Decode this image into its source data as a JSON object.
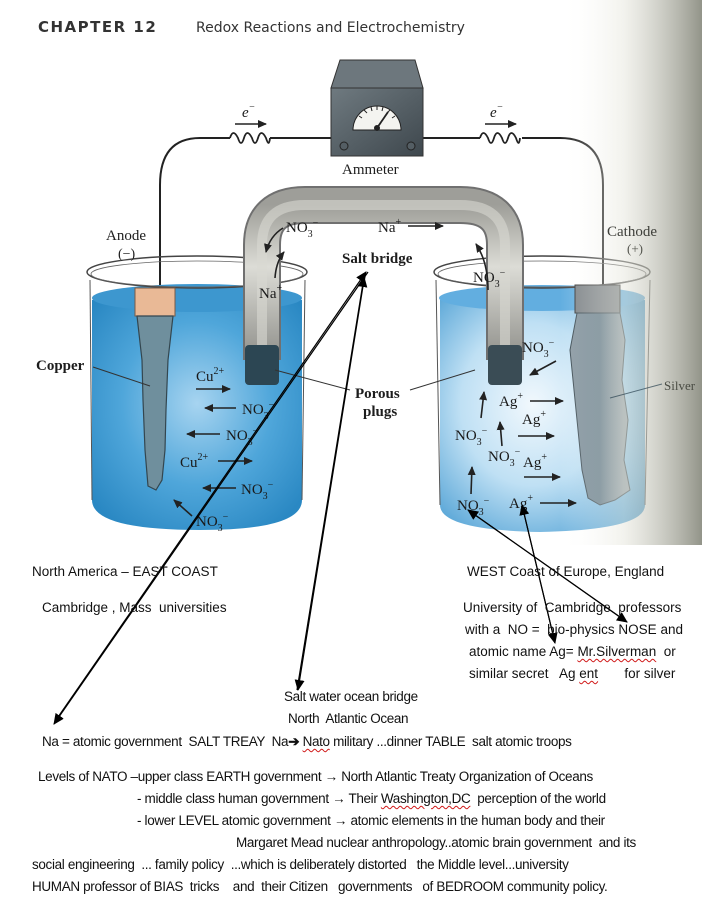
{
  "header": {
    "chapter": "CHAPTER 12",
    "title": "Redox Reactions and Electrochemistry"
  },
  "diagram": {
    "ammeter_label": "Ammeter",
    "electron_label": "e",
    "electron_charge": "−",
    "anode_label": "Anode",
    "anode_sign": "(−)",
    "cathode_label": "Cathode",
    "cathode_sign": "(+)",
    "copper_label": "Copper",
    "silver_label": "Silver",
    "salt_bridge_label": "Salt bridge",
    "porous_label_1": "Porous",
    "porous_label_2": "plugs",
    "ion_no3": "NO",
    "ion_no3_sub": "3",
    "ion_no3_sup": "−",
    "ion_na": "Na",
    "ion_na_sup": "+",
    "ion_cu": "Cu",
    "ion_cu_sup": "2+",
    "ion_ag": "Ag",
    "ion_ag_sup": "+"
  },
  "colors": {
    "solution_blue": "#3f97cf",
    "solution_light": "#a9d3ee",
    "bridge_gray": "#b9b9b4",
    "copper": "#e7b894",
    "page_shadow": "#8e8f84"
  },
  "notes": {
    "east_coast": "North America – EAST COAST",
    "cambridge_mass": "Cambridge , Mass  universities",
    "west_coast": "WEST Coast of Europe, England",
    "cambridge_uk_1": "University of  Cambridge  professors",
    "cambridge_uk_2": "with a  NO =  bio-physics NOSE and",
    "cambridge_uk_3a": "atomic name Ag= ",
    "cambridge_uk_3b": "Mr.Silverman",
    "cambridge_uk_3c": "  or",
    "cambridge_uk_4a": "similar secret   Ag ",
    "cambridge_uk_4b": "ent",
    "cambridge_uk_4c": "       for silver",
    "salt_water": "Salt water ocean bridge",
    "north_atlantic": "North  Atlantic Ocean",
    "na_line_a": "Na = atomic government  SALT TREAY  Na",
    "na_line_arrow": "➔",
    "na_line_b": " ",
    "na_line_nato": "Nato",
    "na_line_c": " military ...dinner TABLE  salt atomic troops",
    "levels_1a": "Levels of NATO –upper class EARTH government ",
    "levels_1b": " North Atlantic Treaty Organization of Oceans",
    "levels_2a": "- middle class human government ",
    "levels_2b": " Their ",
    "levels_2c": "Washington,DC",
    "levels_2d": "  perception of the world",
    "levels_3a": "- lower LEVEL atomic government ",
    "levels_3b": " atomic elements in the human body and their",
    "levels_4": "Margaret Mead nuclear anthropology..atomic brain government  and its",
    "levels_5": "social engineering  ... family policy  ...which is deliberately distorted   the Middle level...university",
    "levels_6": "HUMAN professor of BIAS  tricks    and  their Citizen   governments   of BEDROOM community policy.",
    "right_arrow": "→"
  }
}
